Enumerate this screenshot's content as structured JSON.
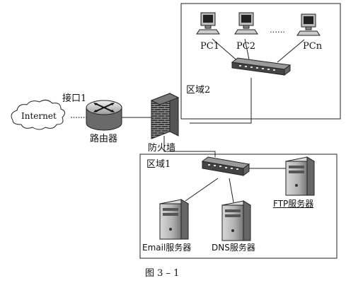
{
  "diagram": {
    "internet": "Internet",
    "interface": "接口1",
    "router": "路由器",
    "firewall": "防火墙",
    "zone1": "区域1",
    "zone2": "区域2",
    "pcs": [
      "PC1",
      "PC2",
      "PCn"
    ],
    "ellipsis": "……",
    "servers": {
      "email": "Email服务器",
      "dns": "DNS服务器",
      "ftp": "FTP服务器"
    },
    "caption": "图 3 – 1"
  }
}
